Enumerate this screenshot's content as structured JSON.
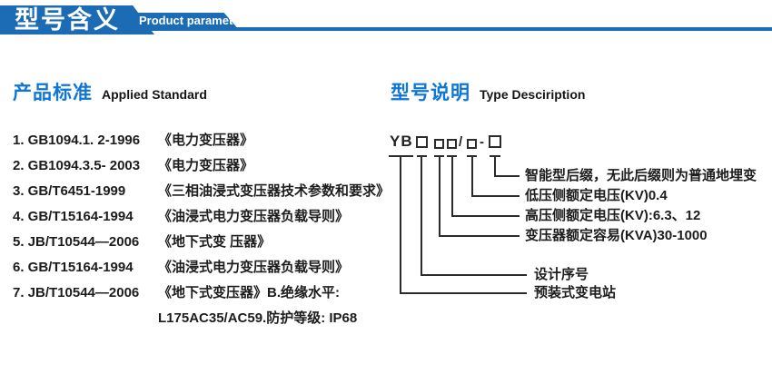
{
  "colors": {
    "banner_blue": "#1b6cb5",
    "section_title_blue": "#0d76d6",
    "text_dark": "#1c1c1c"
  },
  "header": {
    "title": "型号含义",
    "subtitle": "Product parameters"
  },
  "applied_standard": {
    "title_zh": "产品标准",
    "title_en": "Applied Standard",
    "items": [
      {
        "code": "1. GB1094.1. 2-1996",
        "desc": "《电力变压器》"
      },
      {
        "code": "2. GB1094.3.5- 2003",
        "desc": "《电力变压器》"
      },
      {
        "code": "3. GB/T6451-1999",
        "desc": "《三相油浸式变压器技术参数和要求》"
      },
      {
        "code": "4. GB/T15164-1994",
        "desc": "《油浸式电力变压器负载导则》"
      },
      {
        "code": "5. JB/T10544—2006",
        "desc": "《地下式变 压器》"
      },
      {
        "code": "6. GB/T15164-1994",
        "desc": "《油浸式电力变压器负载导则》"
      },
      {
        "code": "7. JB/T10544—2006",
        "desc": "《地下式变压器》B.绝缘水平:"
      }
    ],
    "continuation": "L175AC35/AC59.防护等级: IP68"
  },
  "type_description": {
    "title_zh": "型号说明",
    "title_en": "Type Desciription",
    "model_prefix": "YB",
    "separator_slash": "/",
    "separator_dash": "-",
    "labels": [
      "智能型后缀，无此后缀则为普通地埋变",
      "低压侧额定电压(KV)0.4",
      "高压侧额定电压(KV):6.3、12",
      "变压器额定容易(KVA)30-1000",
      "设计序号",
      "预装式变电站"
    ]
  }
}
